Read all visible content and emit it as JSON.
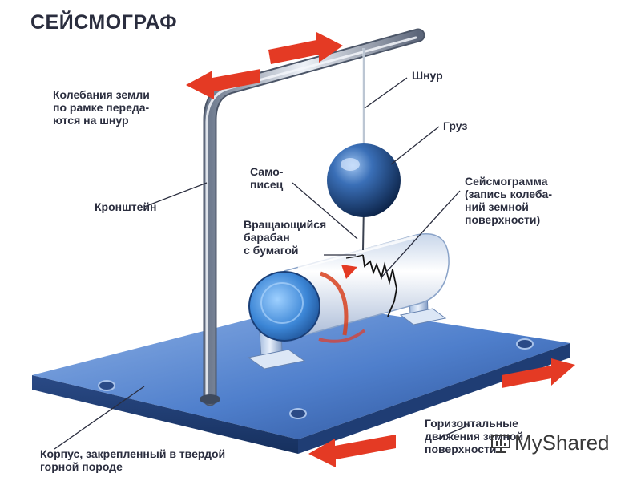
{
  "title": "СЕЙСМОГРАФ",
  "labels": {
    "frame_note": "Колебания земли\nпо рамке переда-\nются на шнур",
    "cord": "Шнур",
    "weight": "Груз",
    "pen": "Само-\nписец",
    "seismogram": "Сейсмограмма\n(запись колеба-\nний земной\nповерхности)",
    "drum": "Вращающийся\nбарабан\nс бумагой",
    "bracket": "Кронштейн",
    "base": "Корпус, закрепленный в твердой\nгорной породе",
    "horizontal": "Горизонтальные\nдвижения земной\nповерхности"
  },
  "watermark": {
    "text": "MyShared"
  },
  "colors": {
    "text": "#2a2d3e",
    "arrow": "#e43a24",
    "plate": "#4a78c8",
    "drum": "#e8eef6",
    "ball": "#1d3c70"
  }
}
